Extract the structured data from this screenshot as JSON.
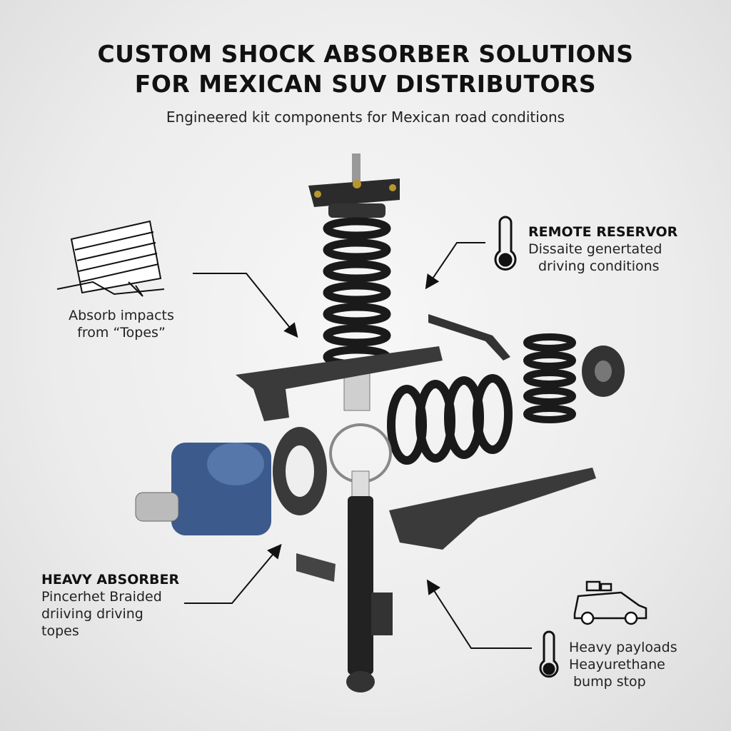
{
  "header": {
    "title_line1": "CUSTOM SHOCK ABSORBER SOLUTIONS",
    "title_line2": "FOR MEXICAN SUV DISTRIBUTORS",
    "subtitle": "Engineered kit components for Mexican road conditions"
  },
  "callouts": {
    "topes": {
      "icon": "tire-bump-icon",
      "line1": "Absorb impacts",
      "line2": "from “Topes”"
    },
    "remote_reservoir": {
      "icon": "thermometer-icon",
      "heading": "REMOTE RESERVOR",
      "line1": "Dissaite genertated",
      "line2": "driving conditions"
    },
    "heavy_absorber": {
      "heading": "HEAVY ABSORBER",
      "line1": "Pincerhet Braided",
      "line2": "driiving driving",
      "line3": "topes"
    },
    "payloads": {
      "icons": [
        "suv-icon",
        "thermometer-icon"
      ],
      "line1": "Heavy payloads",
      "line2": "Heayurethane",
      "line3": "bump stop"
    }
  },
  "colors": {
    "part_dark": "#2a2a2a",
    "part_blue": "#3d5a8c",
    "accent_gold": "#b8962e"
  }
}
